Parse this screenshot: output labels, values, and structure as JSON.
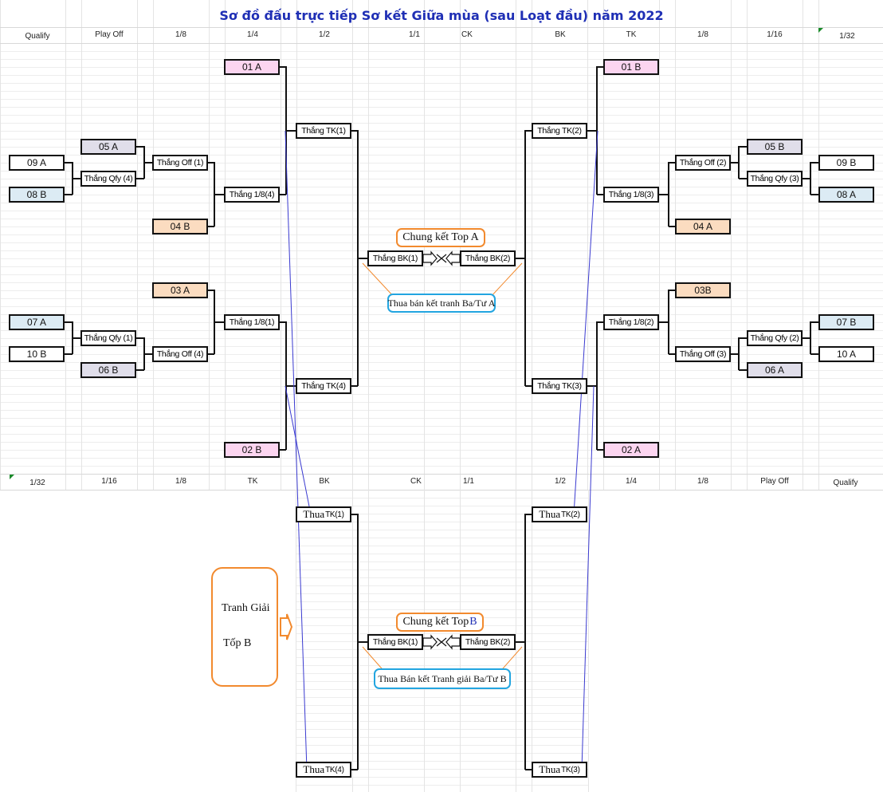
{
  "title": "Sơ đồ đấu trực tiếp Sơ kết Giữa mùa (sau Loạt đầu) năm 2022",
  "headers_top": [
    "Qualify",
    "Play Off",
    "1/8",
    "1/4",
    "1/2",
    "1/1",
    "CK",
    "BK",
    "TK",
    "1/8",
    "1/16",
    "1/32"
  ],
  "headers_mid": [
    "1/32",
    "1/16",
    "1/8",
    "TK",
    "BK",
    "CK",
    "1/1",
    "1/2",
    "1/4",
    "1/8",
    "Play Off",
    "Qualify"
  ],
  "teams": {
    "l_01a": "01 A",
    "l_05a": "05 A",
    "l_09a": "09 A",
    "l_08b": "08 B",
    "l_04b": "04 B",
    "l_03a": "03 A",
    "l_07a": "07 A",
    "l_10b": "10 B",
    "l_06b": "06 B",
    "l_02b": "02 B",
    "r_01b": "01 B",
    "r_05b": "05 B",
    "r_09b": "09 B",
    "r_08a": "08 A",
    "r_04a": "04 A",
    "r_03b": "03B",
    "r_07b": "07 B",
    "r_10a": "10 A",
    "r_06a": "06 A",
    "r_02a": "02 A"
  },
  "matches": {
    "l_qfy4": "Thắng Qfy (4)",
    "l_off1": "Thắng Off (1)",
    "l_q84": "Thắng 1/8(4)",
    "l_tk1": "Thắng TK(1)",
    "l_qfy1": "Thắng Qfy (1)",
    "l_off4": "Thắng Off (4)",
    "l_q81": "Thắng 1/8(1)",
    "l_tk4": "Thắng TK(4)",
    "r_tk2": "Thắng TK(2)",
    "r_off2": "Thắng Off (2)",
    "r_qfy3": "Thắng Qfy (3)",
    "r_q83": "Thắng 1/8(3)",
    "r_q82": "Thắng 1/8(2)",
    "r_qfy2": "Thắng Qfy (2)",
    "r_off3": "Thắng Off (3)",
    "r_tk3": "Thắng TK(3)",
    "a_bk1": "Thắng BK(1)",
    "a_bk2": "Thắng BK(2)",
    "b_bk1": "Thắng BK(1)",
    "b_bk2": "Thắng BK(2)"
  },
  "losers": {
    "word": "Thua",
    "tk1": "TK(1)",
    "tk2": "TK(2)",
    "tk3": "TK(3)",
    "tk4": "TK(4)"
  },
  "final_a": {
    "label": "Chung kết Top A"
  },
  "third_a": {
    "label": "Thua bán kết tranh Ba/Tư A"
  },
  "final_b": {
    "label": "Chung kết Top",
    "accent": "B"
  },
  "third_b": {
    "label": "Thua Bán kết Tranh giải Ba/Tư B"
  },
  "side_label": {
    "line1": "Tranh Giải",
    "line2": "Tốp B"
  },
  "colors": {
    "title": "#1f2fb5",
    "pink": "#fcd5f0",
    "orange": "#fbdcc0",
    "lavender": "#e0deea",
    "lightblue": "#dcebf4",
    "orange_border": "#f28a2e",
    "blue_border": "#22a5e0",
    "diagonal_lines": "#3a3ad0"
  }
}
